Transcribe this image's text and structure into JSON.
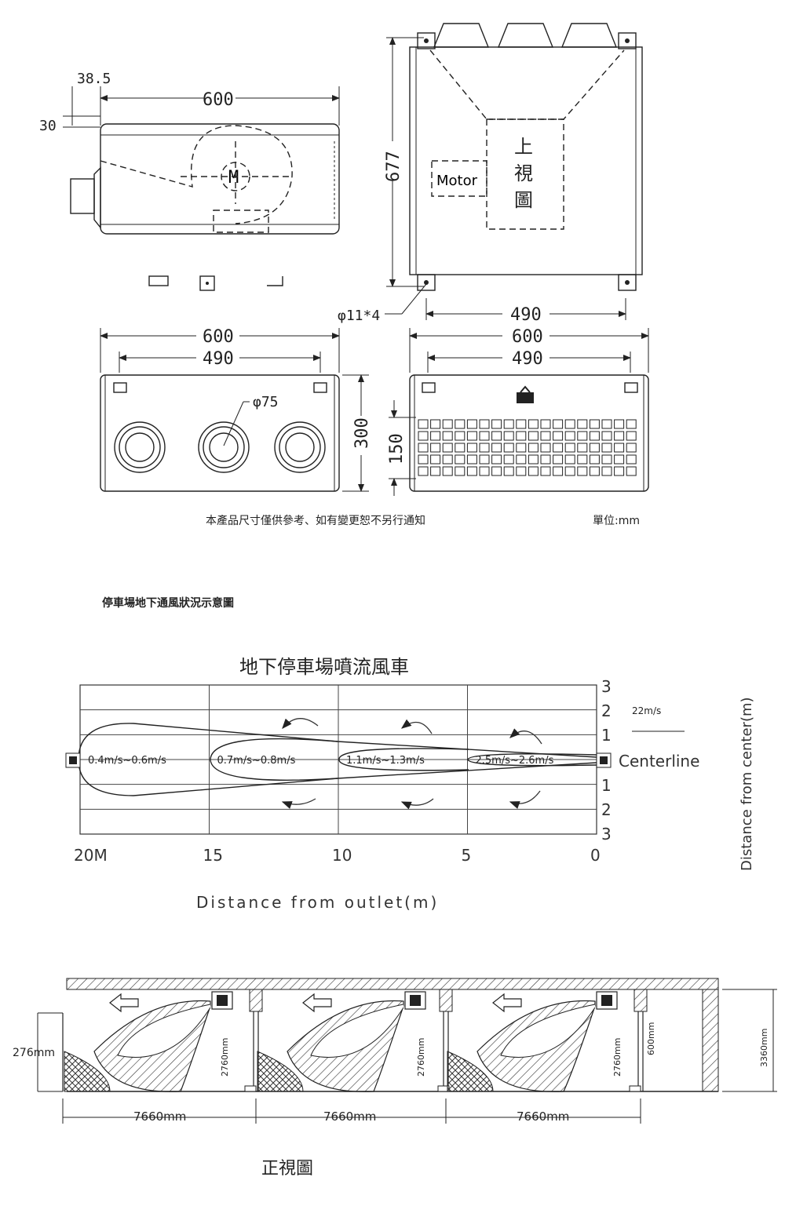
{
  "side_view": {
    "dim_offset": "38.5",
    "dim_width": "600",
    "dim_height": "30",
    "motor_label": "M"
  },
  "top_view": {
    "dim_depth": "677",
    "motor_label": "Motor",
    "view_label": "上視圖",
    "hole_label": "φ11*4",
    "dim_bolt": "490"
  },
  "front_view": {
    "dim_width": "600",
    "dim_bolt": "490",
    "pipe_label": "φ75",
    "dim_height": "300"
  },
  "rear_view": {
    "dim_width": "600",
    "dim_bolt": "490",
    "dim_grille": "150"
  },
  "notes": {
    "disclaimer": "本產品尺寸僅供參考、如有變更恕不另行通知",
    "unit": "單位:mm"
  },
  "section_title": "停車場地下通風狀況示意圖",
  "chart_data": {
    "type": "diagram",
    "title": "地下停車場噴流風車",
    "x_label": "Distance from outlet(m)",
    "y_label": "Distance from center(m)",
    "x_ticks": [
      "20M",
      "15",
      "10",
      "5",
      "0"
    ],
    "y_ticks_top": [
      "3",
      "2",
      "1"
    ],
    "y_ticks_bottom": [
      "1",
      "2",
      "3"
    ],
    "centerline_label": "Centerline",
    "velocity_legend": "22m/s",
    "zones": [
      {
        "label": "0.4m/s~0.6m/s",
        "from_m": 20,
        "to_m": 15
      },
      {
        "label": "0.7m/s~0.8m/s",
        "from_m": 15,
        "to_m": 10
      },
      {
        "label": "1.1m/s~1.3m/s",
        "from_m": 10,
        "to_m": 5
      },
      {
        "label": "2.5m/s~2.6m/s",
        "from_m": 5,
        "to_m": 0
      }
    ]
  },
  "front_elevation": {
    "label_left": "276mm",
    "fan_height": "2760mm",
    "beam_depth": "600mm",
    "ceiling_height": "3360mm",
    "spacings": [
      "7660mm",
      "7660mm",
      "7660mm"
    ],
    "view_label": "正視圖"
  }
}
